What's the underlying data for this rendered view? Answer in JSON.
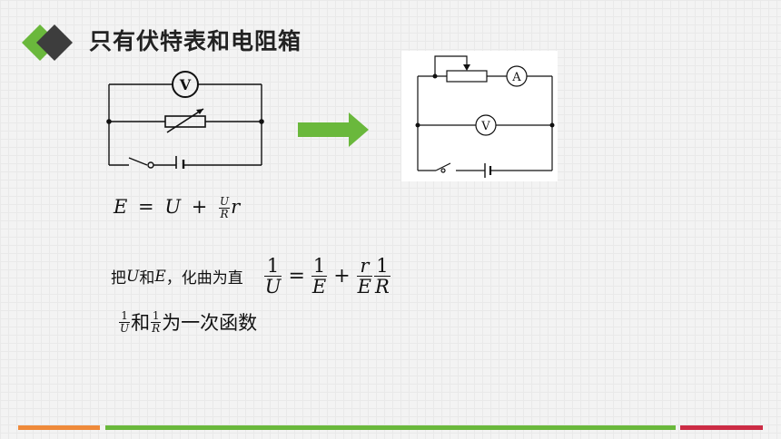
{
  "title": "只有伏特表和电阻箱",
  "colors": {
    "logo_green": "#6ab83c",
    "logo_dark": "#3d3d3d",
    "arrow_green": "#6ab83c",
    "bar_orange": "#ef8a3a",
    "bar_green": "#6ab83c",
    "bar_red": "#cc2c45"
  },
  "circuit_left": {
    "meter_label": "V"
  },
  "circuit_right": {
    "ammeter_label": "A",
    "voltmeter_label": "V"
  },
  "equation1": {
    "lhs": "E",
    "eq": "=",
    "u": "U",
    "plus": "+",
    "frac_num": "U",
    "frac_den": "R",
    "r": "r"
  },
  "line2": {
    "prefix": "把",
    "var_u": "U",
    "and": "和",
    "var_e": "E",
    "suffix": "，化曲为直",
    "f1_num": "1",
    "f1_den": "U",
    "eq": "=",
    "f2_num": "1",
    "f2_den": "E",
    "plus": "+",
    "f3_num": "r",
    "f3_den": "E",
    "f4_num": "1",
    "f4_den": "R"
  },
  "line3": {
    "f1_num": "1",
    "f1_den": "U",
    "and": "和",
    "f2_num": "1",
    "f2_den": "R",
    "suffix": "为一次函数"
  }
}
